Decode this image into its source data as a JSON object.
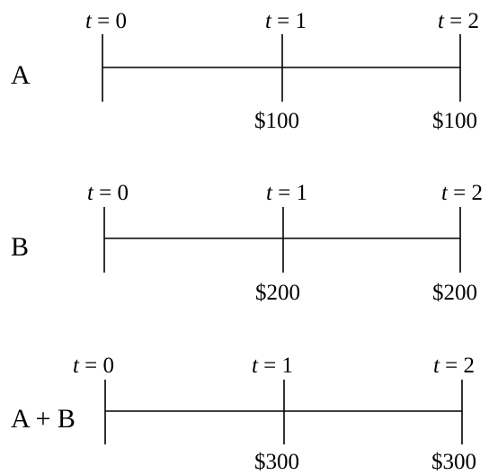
{
  "timelines": [
    {
      "label": "A",
      "ticks": [
        {
          "var": "t",
          "op": " = ",
          "num": "0",
          "amount": ""
        },
        {
          "var": "t",
          "op": " = ",
          "num": "1",
          "amount": "$100"
        },
        {
          "var": "t",
          "op": " = ",
          "num": "2",
          "amount": "$100"
        }
      ]
    },
    {
      "label": "B",
      "ticks": [
        {
          "var": "t",
          "op": " = ",
          "num": "0",
          "amount": ""
        },
        {
          "var": "t",
          "op": " = ",
          "num": "1",
          "amount": "$200"
        },
        {
          "var": "t",
          "op": " = ",
          "num": "2",
          "amount": "$200"
        }
      ]
    },
    {
      "label": "A + B",
      "ticks": [
        {
          "var": "t",
          "op": " = ",
          "num": "0",
          "amount": ""
        },
        {
          "var": "t",
          "op": " = ",
          "num": "1",
          "amount": "$300"
        },
        {
          "var": "t",
          "op": " = ",
          "num": "2",
          "amount": "$300"
        }
      ]
    }
  ]
}
